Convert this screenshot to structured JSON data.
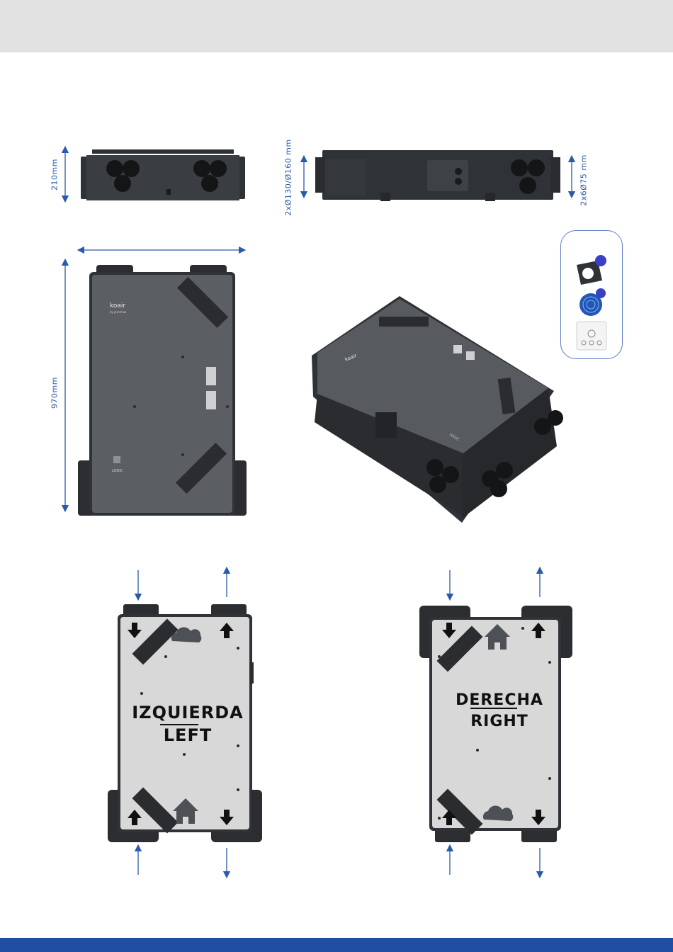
{
  "dimensions": {
    "height": "210mm",
    "length": "970mm",
    "outlets_side": "2xØ130/Ø160 mm",
    "outlets_small": "2x6Ø75 mm"
  },
  "brand": {
    "logo_text": "koair",
    "logo_sub": "by jeremias",
    "model_badge": "LOGIC"
  },
  "configurations": {
    "left": {
      "title": "IZQUIERDA",
      "subtitle": "LEFT"
    },
    "right": {
      "title": "DERECHA",
      "subtitle": "RIGHT"
    }
  },
  "colors": {
    "header_band": "#e1e1e1",
    "footer_band": "#1f4ea3",
    "dimension_blue": "#2a5bab",
    "unit_dark": "#2f3236",
    "unit_top": "#5b5e62",
    "schematic_panel": "#d8d8d8"
  },
  "icons": [
    "cloud-icon",
    "house-icon",
    "arrow-down-icon",
    "arrow-up-icon",
    "duct-adapter-icon",
    "flexible-duct-icon",
    "control-panel-icon"
  ]
}
